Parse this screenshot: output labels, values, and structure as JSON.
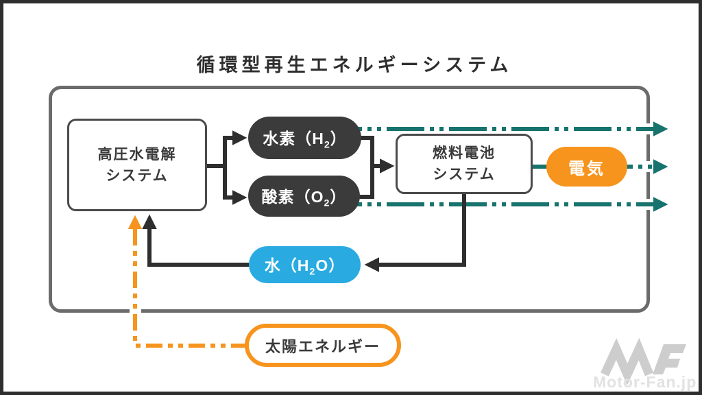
{
  "title": "循環型再生エネルギーシステム",
  "colors": {
    "accent_orange": "#F7941D",
    "flow_teal": "#17736D",
    "water_blue": "#29ABE2",
    "dark_node": "#3B3B3B",
    "frame_gray": "#6B6B6B",
    "line_black": "#2E2E2E"
  },
  "nodes": {
    "electrolysis": {
      "line1": "高圧水電解",
      "line2": "システム"
    },
    "hydrogen": {
      "pre": "水素（H",
      "sub": "2",
      "post": "）"
    },
    "oxygen": {
      "pre": "酸素（O",
      "sub": "2",
      "post": "）"
    },
    "fuel_cell": {
      "line1": "燃料電池",
      "line2": "システム"
    },
    "electricity": {
      "label": "電気"
    },
    "water": {
      "pre": "水（H",
      "sub": "2",
      "post": "O）"
    },
    "solar": {
      "label": "太陽エネルギー"
    }
  },
  "watermark": {
    "text": "Motor-Fan.jp"
  }
}
